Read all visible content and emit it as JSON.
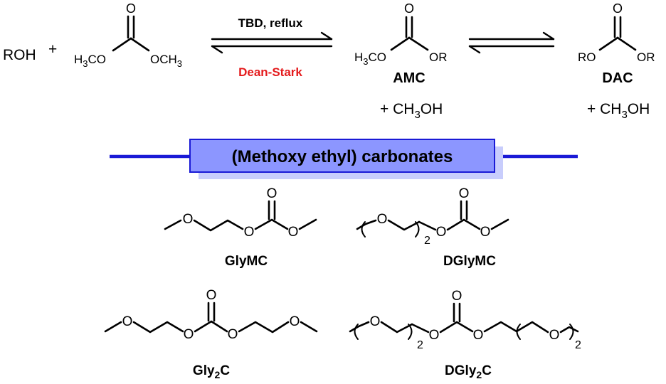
{
  "reaction": {
    "roh": "ROH",
    "plus": "+",
    "reagent": "TBD, reflux",
    "condition": "Dean-Stark",
    "condition_color": "#e41a1c",
    "dmc": {
      "o": "O",
      "left_h3c": "H",
      "left_sub": "3",
      "left_co": "CO",
      "right_och": "OCH",
      "right_sub": "3"
    },
    "amc": {
      "o": "O",
      "h3c_h": "H",
      "h3c_sub": "3",
      "h3c_co": "CO",
      "or": "OR",
      "name": "AMC",
      "methanol_pre": "+ CH",
      "methanol_sub": "3",
      "methanol_post": "OH"
    },
    "dac": {
      "o": "O",
      "ro": "RO",
      "or": "OR",
      "name": "DAC",
      "methanol_pre": "+ CH",
      "methanol_sub": "3",
      "methanol_post": "OH"
    }
  },
  "banner": {
    "title": "(Methoxy ethyl) carbonates",
    "fill_color": "#8c96ff",
    "shadow_color": "#c8cdfc",
    "line_color": "#1a1ad6"
  },
  "compounds": {
    "glymc": {
      "name": "GlyMC"
    },
    "dglymc": {
      "name_pre": "DGlyMC",
      "repeat": "2"
    },
    "gly2c": {
      "name_pre": "Gly",
      "name_sub": "2",
      "name_post": "C"
    },
    "dgly2c": {
      "name_pre": "DGly",
      "name_sub": "2",
      "name_post": "C",
      "repeat": "2"
    }
  },
  "atom_o": "O"
}
